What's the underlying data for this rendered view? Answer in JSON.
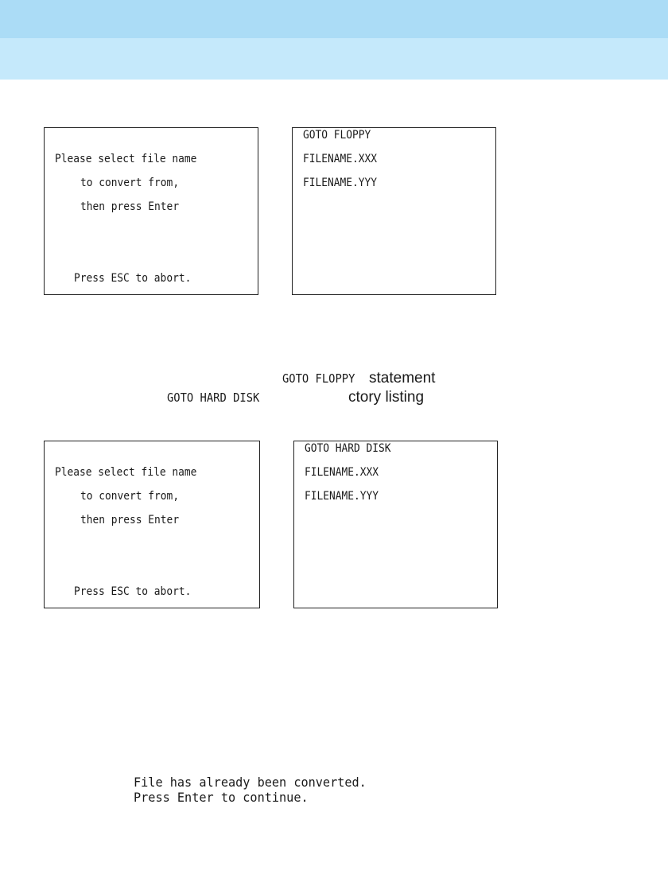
{
  "header": {
    "bar_colors": [
      "#abdcf6",
      "#c5e9fb"
    ]
  },
  "figure1": {
    "left_screen": {
      "line1": "Please select file name",
      "line2": "to convert from,",
      "line3": "then press Enter",
      "abort": "Press ESC to abort."
    },
    "right_screen": {
      "goto": "GOTO FLOPPY",
      "files": [
        "FILENAME.XXX",
        "FILENAME.YYY"
      ]
    }
  },
  "paragraph": {
    "line1_mono": "GOTO FLOPPY",
    "line1_text": "statement",
    "line2_mono": "GOTO HARD DISK",
    "line2_text": "ctory listing"
  },
  "figure2": {
    "left_screen": {
      "line1": "Please select file name",
      "line2": "to convert from,",
      "line3": "then press Enter",
      "abort": "Press ESC to abort."
    },
    "right_screen": {
      "goto": "GOTO HARD DISK",
      "files": [
        "FILENAME.XXX",
        "FILENAME.YYY"
      ]
    }
  },
  "message": {
    "line1": "File has already been converted.",
    "line2": "Press Enter to continue."
  }
}
